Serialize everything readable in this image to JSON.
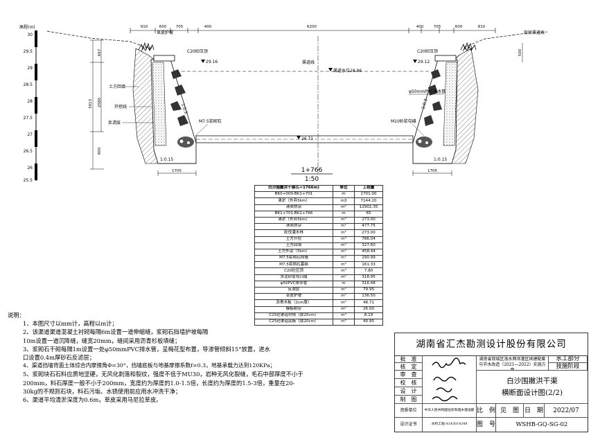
{
  "drawing": {
    "elevation_label": "高程(m)",
    "elevation_ticks": [
      "30",
      "29.5",
      "29",
      "28.5",
      "28",
      "27.5",
      "27",
      "26.5",
      "26",
      "25.5"
    ],
    "top_dims": [
      "910",
      "600",
      "705",
      "400",
      "6200",
      "400",
      "705",
      "600",
      "810"
    ],
    "left_dims": [
      "667",
      "2580",
      "3913",
      "800"
    ],
    "right_dim": "500",
    "labels": {
      "c20_left": "C20砼压顶",
      "c20_right": "C20砼压顶",
      "elev_left": "29.16",
      "elev_right": "29.12",
      "centerline": "渠道线",
      "water_level": "渠道水位28.86",
      "pvc": "φ50mmPVC排水管",
      "ground_line": "现状渠道线",
      "m75": "M7.5浆砌石",
      "m10": "M10砂浆勾缝",
      "bottom_elev": "26.71",
      "earth_back": "土方回填",
      "excavation": "开挖线",
      "filter": "反滤层",
      "slope_l": "1:0.3",
      "slope_r": "1:0.3",
      "foot_l": "1:0.15",
      "foot_r": "1:0.15",
      "base_l": "1705",
      "base_r": "1705",
      "protect": "草皮护坡"
    },
    "section": "1+766",
    "scale": "1:50"
  },
  "table": {
    "header": [
      "白沙围撇洪干渠(L=1766m)",
      "单位",
      "工程量"
    ],
    "rows": [
      [
        "BK0+000-BK1+701",
        "m",
        "1701.00"
      ],
      [
        "清淤（外弃5km）",
        "m3",
        "7144.20"
      ],
      [
        "清表除杂",
        "m²",
        "12902.35"
      ],
      [
        "BK1+701-BK1+766",
        "m",
        "65"
      ],
      [
        "清淤（外弃5km）",
        "m³",
        "273.00"
      ],
      [
        "清表除杂",
        "m²",
        "477.75"
      ],
      [
        "砍伐灌木林",
        "m²",
        "273.00"
      ],
      [
        "土方开挖",
        "m³",
        "786.04"
      ],
      [
        "土方回填",
        "m³",
        "327.60"
      ],
      [
        "土方外运（5km）",
        "m³",
        "458.44"
      ],
      [
        "M7.5浆砌石挡墙",
        "m³",
        "290.99"
      ],
      [
        "M7.5浆砌石基础",
        "m³",
        "161.33"
      ],
      [
        "C20砼压顶",
        "m³",
        "7.80"
      ],
      [
        "水泥砂浆勾凸缝",
        "m²",
        "318.95"
      ],
      [
        "φ50PVC排水管",
        "m",
        "316.48"
      ],
      [
        "反滤层",
        "m²",
        "79.95"
      ],
      [
        "草皮护坡",
        "m²",
        "136.50"
      ],
      [
        "沥青木板（2cm厚）",
        "m²",
        "48.71"
      ],
      [
        "模板制安",
        "m²",
        "26.00"
      ],
      [
        "C25砼渠道衬砌（厚20cm）",
        "m³",
        "8.19"
      ],
      [
        "C25砼渠道底板（厚20cm）",
        "m³",
        "40.95"
      ]
    ]
  },
  "notes": {
    "title": "说明：",
    "lines": [
      "1、本图尺寸以mm计，高程以m计；",
      "2、该渠道渠道混凝土衬砌每隔6m设置一道伸缩缝，浆砌石挡墙护坡每隔",
      "   10m设置一道沉降缝，缝宽20mm，缝间采用沥青杉板填缝；",
      "3、浆砌石干砌每隔1m设置一处φ50mmPVC排水管，呈梅花型布置，导渗管倾斜15°放置，进水",
      "   口设置0.4m厚砂石反滤层；",
      "4、渠道挡墙背面土体综合内摩擦角Φ=30°，挡墙底板与地基摩擦系数f=0.3，地基承载力达到120KPa；",
      "5、浆砌块石石料应质地坚硬，无风化剥落和裂纹，强度不低于MU30，岩种无风化裂缝，毛石中部厚度不小于",
      "   200mm，料石厚度一般不小于200mm，宽度约为厚度的1.0-1.5倍，长度约为厚度的1.5-3倍，重量在20-",
      "   30kg的不规则石块，料石污垢、水锈使用前应用水冲洗干净；",
      "6、渠道平均清淤深度为0.6m，草皮采用马尼拉草皮。"
    ]
  },
  "title_block": {
    "company": "湖南省汇杰勘测设计股份有限公司",
    "roles": [
      "批　准",
      "核　定",
      "审　查",
      "校　核",
      "设　计",
      "制　图"
    ],
    "project": "湖南省双城区洛水两坝灌区续建配套与节水改造（2021—2022）实施方案",
    "section_name": "水工部分",
    "stage": "技施阶段",
    "drawing_title_1": "白沙围撇洪干渠",
    "drawing_title_2": "横断面设计图(2/2)",
    "ratio_label": "比　例",
    "ratio_value": "见　图",
    "date_label": "日　期",
    "date_value": "2022/07",
    "no_label": "图　号",
    "no_value": "WSHB-GQ-SG-02",
    "qual_label": "资质单位",
    "qual_value": "中华人民共和国住房和城乡建设部",
    "cert_label": "设计证书",
    "cert_value": "水利工程-A143014349"
  }
}
